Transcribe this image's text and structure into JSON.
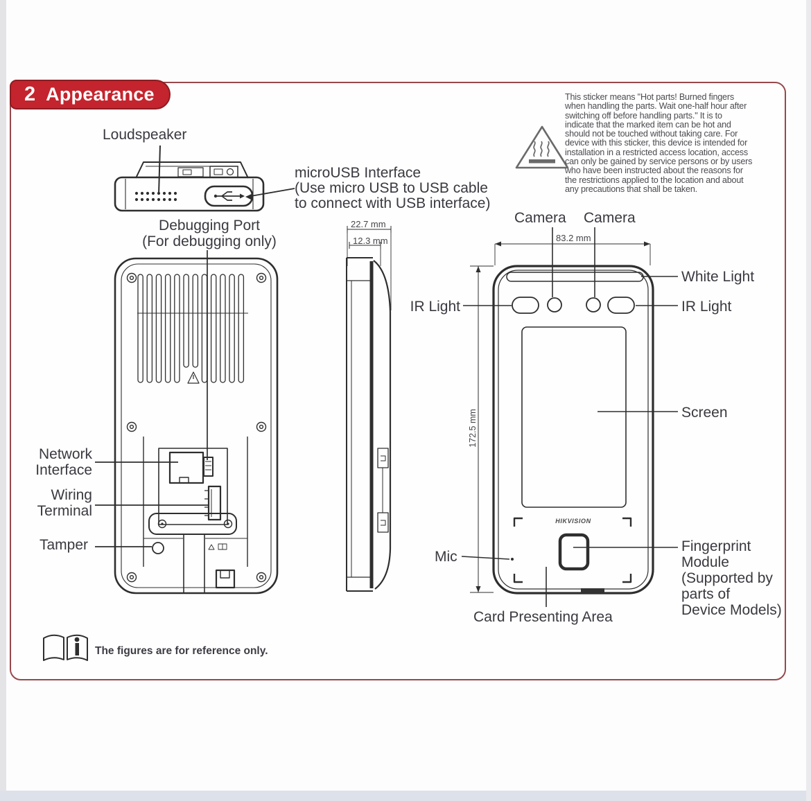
{
  "header": {
    "section_number": "2",
    "section_title": "Appearance"
  },
  "sticker_note": {
    "lines": [
      "This sticker means  \"Hot parts! Burned fingers",
      "when handling the parts. Wait one-half hour after",
      "switching off before handling parts.\"  It is to",
      "indicate that the marked item can be hot and",
      "should not be touched without taking care. For",
      "device with this sticker, this device is intended for",
      "installation in a restricted access location, access",
      "can only be gained by service persons or by users",
      "who have been instructed about the reasons for",
      "the restrictions applied to the location and about",
      "any precautions that shall be taken."
    ]
  },
  "top_view": {
    "loudspeaker_label": "Loudspeaker",
    "microusb_lines": [
      "microUSB Interface",
      "(Use micro USB to USB cable",
      "to connect with USB interface)"
    ],
    "debug_lines": [
      "Debugging Port",
      "(For debugging only)"
    ]
  },
  "back_view": {
    "network_lines": [
      "Network",
      "Interface"
    ],
    "wiring_lines": [
      "Wiring",
      "Terminal"
    ],
    "tamper_label": "Tamper"
  },
  "side_view": {
    "depth_dim": "22.7 mm",
    "inner_depth_dim": "12.3 mm"
  },
  "front_view": {
    "camera_label_left": "Camera",
    "camera_label_right": "Camera",
    "width_dim": "83.2 mm",
    "height_dim": "172.5 mm",
    "white_light_label": "White Light",
    "ir_light_left_label": "IR Light",
    "ir_light_right_label": "IR Light",
    "screen_label": "Screen",
    "mic_label": "Mic",
    "fingerprint_lines": [
      "Fingerprint",
      "Module",
      "(Supported by",
      "parts of",
      "Device Models)"
    ],
    "card_area_label": "Card Presenting Area",
    "brand": "HIKVISION"
  },
  "footer": {
    "reference_note": "The figures are for reference only."
  },
  "colors": {
    "banner_red": "#c4242d",
    "banner_border": "#8e1b22",
    "box_border": "#97484c",
    "ink": "#2e2e2e"
  }
}
